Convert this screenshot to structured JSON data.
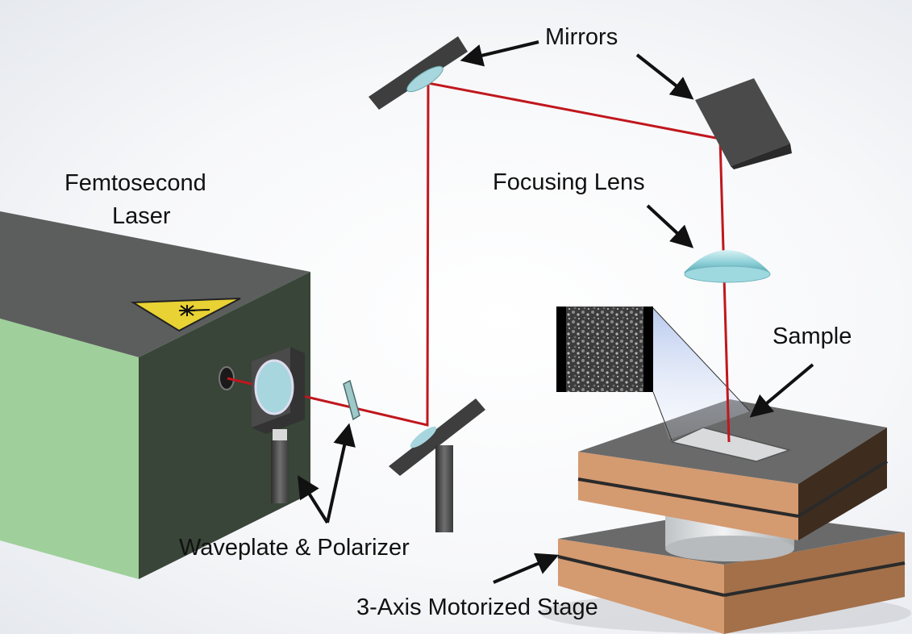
{
  "labels": {
    "mirrors": "Mirrors",
    "laser_line1": "Femtosecond",
    "laser_line2": "Laser",
    "focusing_lens": "Focusing Lens",
    "sample": "Sample",
    "waveplate_polarizer": "Waveplate & Polarizer",
    "stage": "3-Axis Motorized Stage"
  },
  "colors": {
    "beam": "#c0171d",
    "laser_body": "#9fd09b",
    "laser_top": "#5c5e5d",
    "laser_side": "#384538",
    "warning": "#e9d233",
    "stage_wood": "#d49a70",
    "stage_top": "#6a6a6a",
    "mirror_dark": "#3e3e3e",
    "lens": "#a9dfe6"
  },
  "icons": {
    "laser_warning": "laser-warning-icon"
  }
}
